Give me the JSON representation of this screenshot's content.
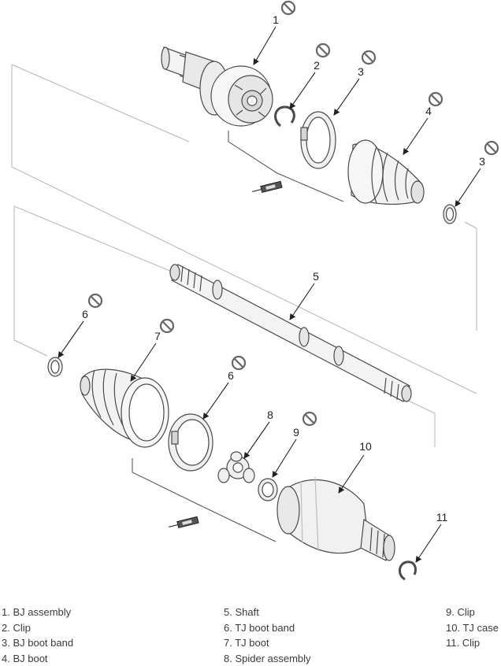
{
  "callouts": [
    "1",
    "2",
    "3",
    "4",
    "3",
    "5",
    "6",
    "7",
    "6",
    "8",
    "9",
    "10",
    "11"
  ],
  "legend": {
    "col1": [
      "1. BJ assembly",
      "2. Clip",
      "3. BJ boot band",
      "4. BJ boot"
    ],
    "col2": [
      "5. Shaft",
      "6. TJ boot band",
      "7. TJ boot",
      "8. Spider assembly"
    ],
    "col3": [
      "9. Clip",
      "10. TJ case",
      "11. Clip"
    ]
  },
  "icons": {
    "non_reusable": "no-reuse-icon",
    "grease": "grease-tube-icon"
  },
  "colors": {
    "line": "#4a4a4a",
    "part_fill": "#f3f3f3",
    "shade": "#cfcfcf"
  }
}
